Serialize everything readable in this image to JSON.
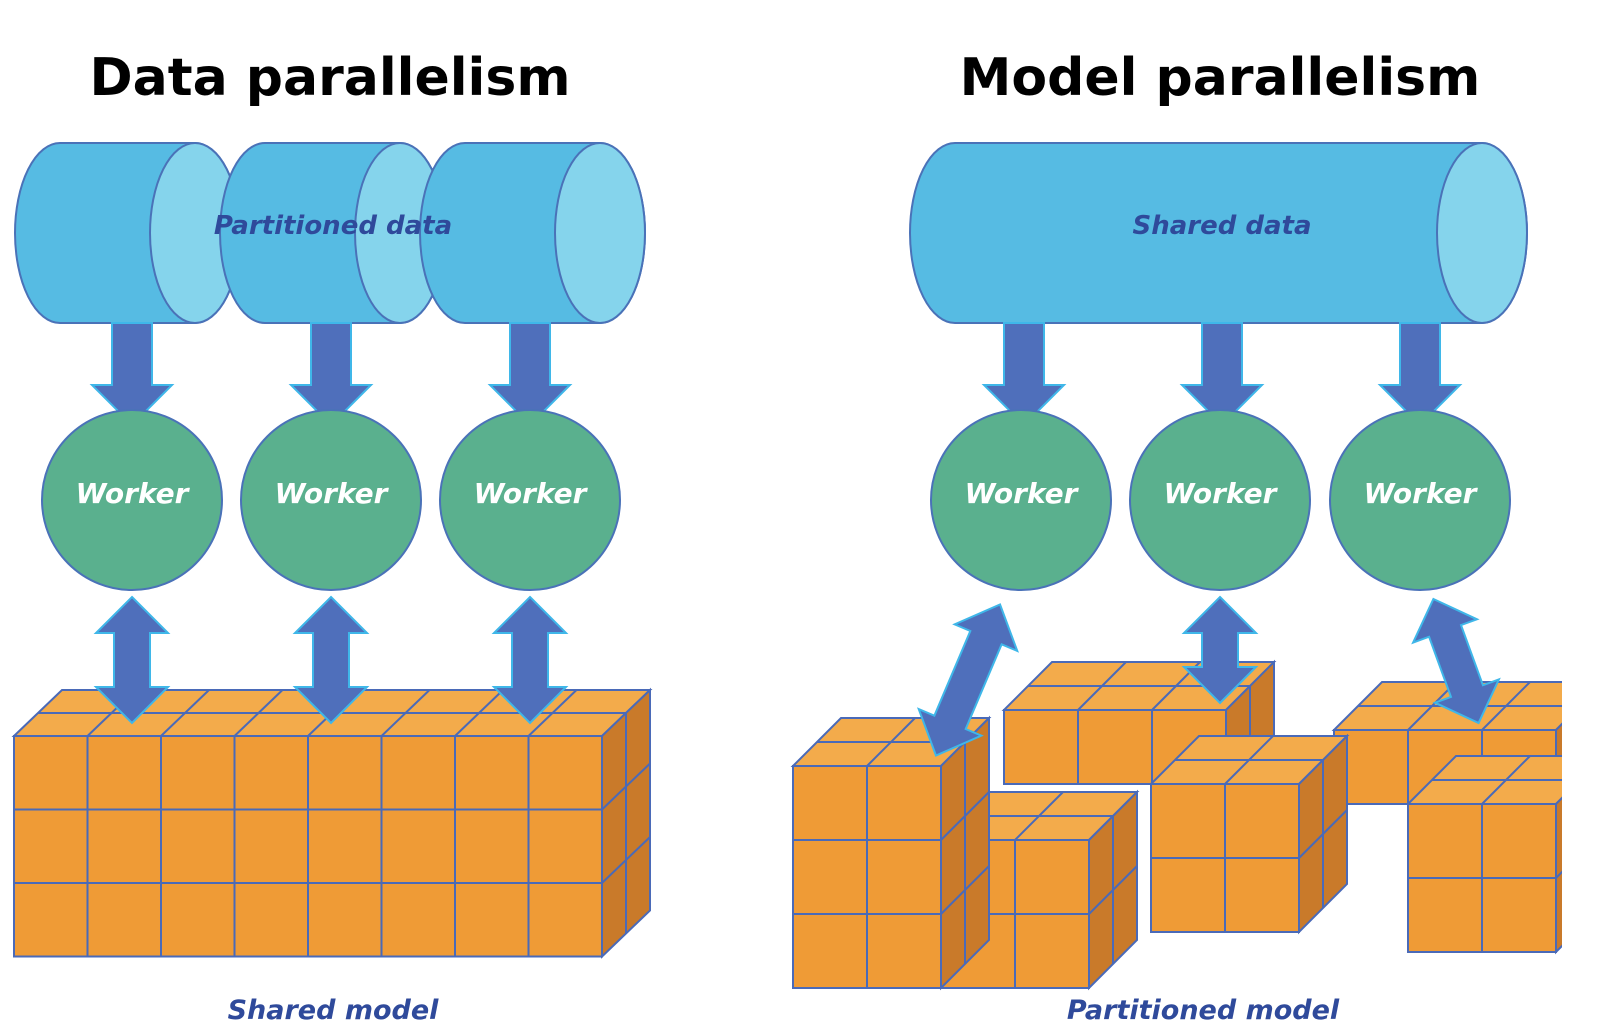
{
  "colors": {
    "cylinder_body": "#56bbe3",
    "cylinder_cap": "#85d4ec",
    "outline": "#4a72b8",
    "arrow": "#4f6fbb",
    "arrow_outline": "#3fb7e9",
    "worker": "#5ab08e",
    "cube_front": "#ef9b36",
    "cube_top": "#f3ab4b",
    "cube_side": "#c97a2a",
    "cube_grid": "#4a6ab8"
  },
  "left": {
    "title": "Data parallelism",
    "data_label": "Partitioned data",
    "workers": [
      "Worker",
      "Worker",
      "Worker"
    ],
    "caption": "Shared model"
  },
  "right": {
    "title": "Model parallelism",
    "data_label": "Shared data",
    "workers": [
      "Worker",
      "Worker",
      "Worker"
    ],
    "caption": "Partitioned model"
  }
}
